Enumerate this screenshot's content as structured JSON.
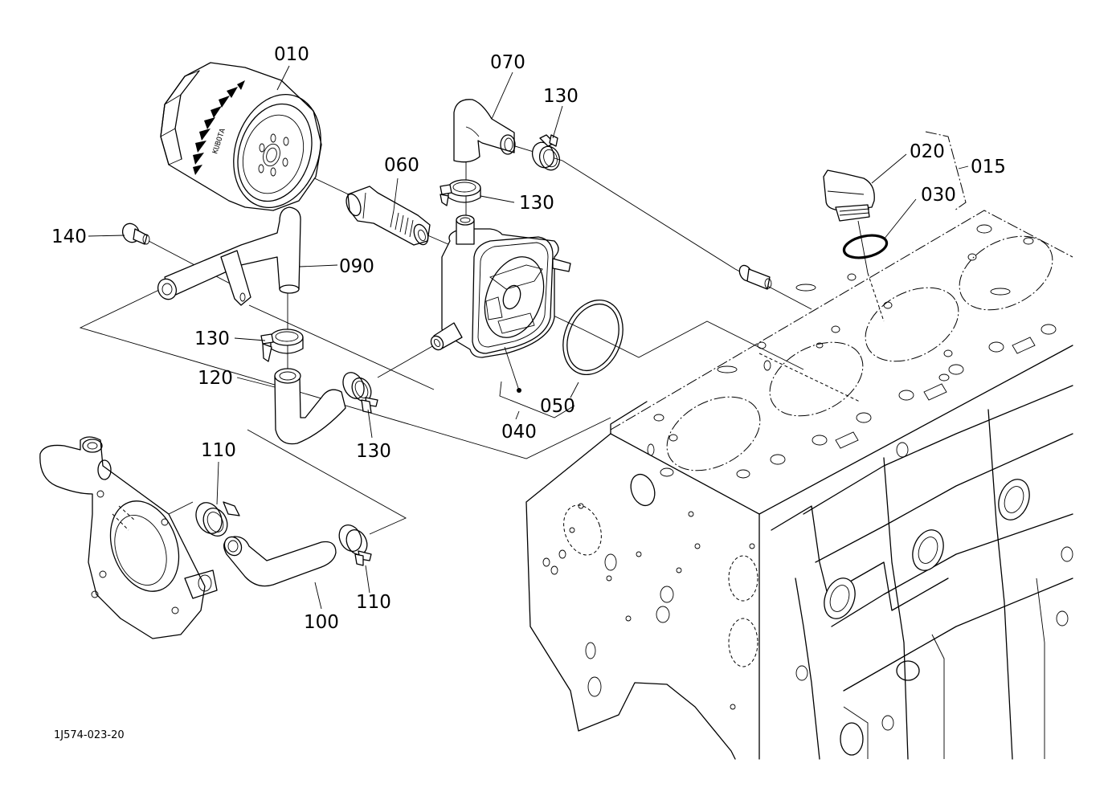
{
  "diagram": {
    "title": "Oil filter / oil cooler exploded parts diagram",
    "drawing_code": "1J574-023-20",
    "filter_print": "KUBOTA",
    "parts": [
      {
        "key": "p010",
        "ref": "010",
        "name": "oil-filter-cartridge"
      },
      {
        "key": "p015",
        "ref": "015",
        "name": "oil-filler-plug-assembly"
      },
      {
        "key": "p020",
        "ref": "020",
        "name": "oil-filler-plug"
      },
      {
        "key": "p030",
        "ref": "030",
        "name": "o-ring-filler"
      },
      {
        "key": "p040",
        "ref": "040",
        "name": "oil-cooler-assembly"
      },
      {
        "key": "p050",
        "ref": "050",
        "name": "o-ring-oil-cooler"
      },
      {
        "key": "p060",
        "ref": "060",
        "name": "filter-joint-bolt"
      },
      {
        "key": "p070",
        "ref": "070",
        "name": "elbow-hose"
      },
      {
        "key": "p090",
        "ref": "090",
        "name": "water-pipe"
      },
      {
        "key": "p100",
        "ref": "100",
        "name": "water-hose"
      },
      {
        "key": "p110",
        "ref": "110",
        "name": "hose-clamp-large"
      },
      {
        "key": "p120",
        "ref": "120",
        "name": "cooler-hose"
      },
      {
        "key": "p130",
        "ref": "130",
        "name": "hose-clamp-small"
      },
      {
        "key": "p140",
        "ref": "140",
        "name": "pipe-bolt"
      }
    ],
    "labels": {
      "l010": "010",
      "l015": "015",
      "l020": "020",
      "l030": "030",
      "l040": "040",
      "l050": "050",
      "l060": "060",
      "l070": "070",
      "l090": "090",
      "l100": "100",
      "l110a": "110",
      "l110b": "110",
      "l120": "120",
      "l130a": "130",
      "l130b": "130",
      "l130c": "130",
      "l130d": "130",
      "l140": "140"
    }
  }
}
